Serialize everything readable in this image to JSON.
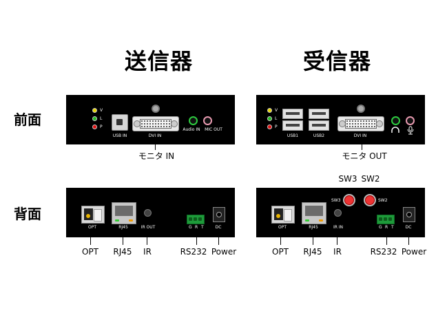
{
  "titles": {
    "transmitter": "送信器",
    "receiver": "受信器"
  },
  "rows": {
    "front": "前面",
    "rear": "背面"
  },
  "leds": [
    "V",
    "L",
    "P"
  ],
  "led_colors": [
    "#e8d600",
    "#22bb22",
    "#e01010"
  ],
  "tx_front": {
    "usb_in": "USB IN",
    "dvi_in": "DVI IN",
    "audio_in": "Audio IN",
    "mic_out": "MIC OUT",
    "callout": "モニタ IN"
  },
  "rx_front": {
    "usb1": "USB1",
    "usb2": "USB2",
    "dvi_in": "DVI IN",
    "callout": "モニタ OUT"
  },
  "tx_rear": {
    "opt": "OPT",
    "rj45": "RJ45",
    "ir_out": "IR OUT",
    "g": "G",
    "r": "R",
    "t": "T",
    "dc": "DC"
  },
  "rx_rear": {
    "opt": "OPT",
    "rj45": "RJ45",
    "ir_in": "IR IN",
    "sw3": "SW3",
    "sw2": "SW2",
    "g": "G",
    "r": "R",
    "t": "T",
    "dc": "DC"
  },
  "callouts": {
    "opt": "OPT",
    "rj45": "RJ45",
    "ir": "IR",
    "rs232": "RS232",
    "power": "Power",
    "sw3": "SW3",
    "sw2": "SW2"
  },
  "icons": {
    "headphone": "headphone-icon",
    "mic": "microphone-icon"
  }
}
